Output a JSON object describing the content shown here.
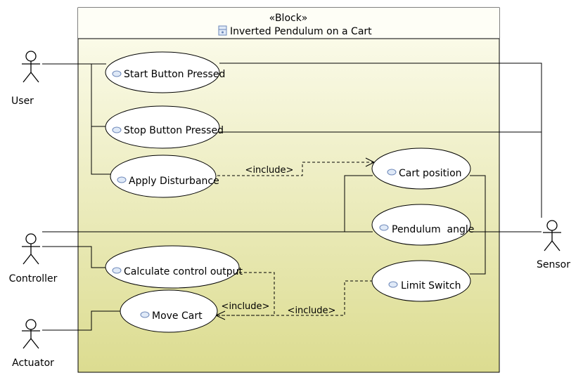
{
  "block": {
    "stereotype": "«Block»",
    "name": "Inverted Pendulum on a Cart",
    "icon": "block-icon"
  },
  "actors": {
    "user": "User",
    "controller": "Controller",
    "actuator": "Actuator",
    "sensor": "Sensor"
  },
  "use_cases": {
    "start_button": "Start Button Pressed",
    "stop_button": "Stop Button Pressed",
    "apply_disturbance": "Apply Disturbance",
    "cart_position": "Cart position",
    "pendulum_angle": "Pendulum  angle",
    "calculate_control": "Calculate control output",
    "move_cart": "Move Cart",
    "limit_switch": "Limit Switch"
  },
  "relations": {
    "include_1": "<include>",
    "include_2": "<include>",
    "include_3": "<include>"
  },
  "colors": {
    "block_gradient_top": "#fdfdf0",
    "block_gradient_bottom": "#dcdc90",
    "ellipse_fill": "#ffffff",
    "icon_fill": "#dfe9f7",
    "icon_stroke": "#6b86b8",
    "line": "#000000"
  }
}
